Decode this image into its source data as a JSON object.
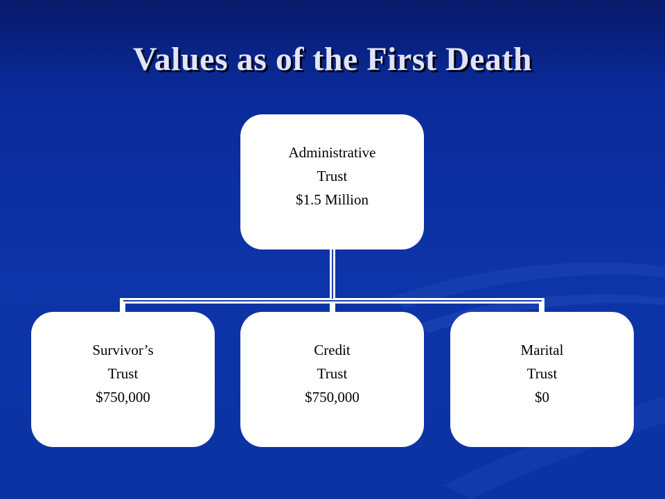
{
  "slide": {
    "title": "Values as of the First Death"
  },
  "diagram": {
    "root": {
      "line1": "Administrative",
      "line2": "Trust",
      "line3": "$1.5 Million"
    },
    "children": [
      {
        "line1": "Survivor’s",
        "line2": "Trust",
        "line3": "$750,000"
      },
      {
        "line1": "Credit",
        "line2": "Trust",
        "line3": "$750,000"
      },
      {
        "line1": "Marital",
        "line2": "Trust",
        "line3": "$0"
      }
    ]
  },
  "colors": {
    "background": "#0c33a3",
    "title": "#dfe4ff",
    "node_fill": "#ffffff",
    "connector": "#ffffff"
  }
}
